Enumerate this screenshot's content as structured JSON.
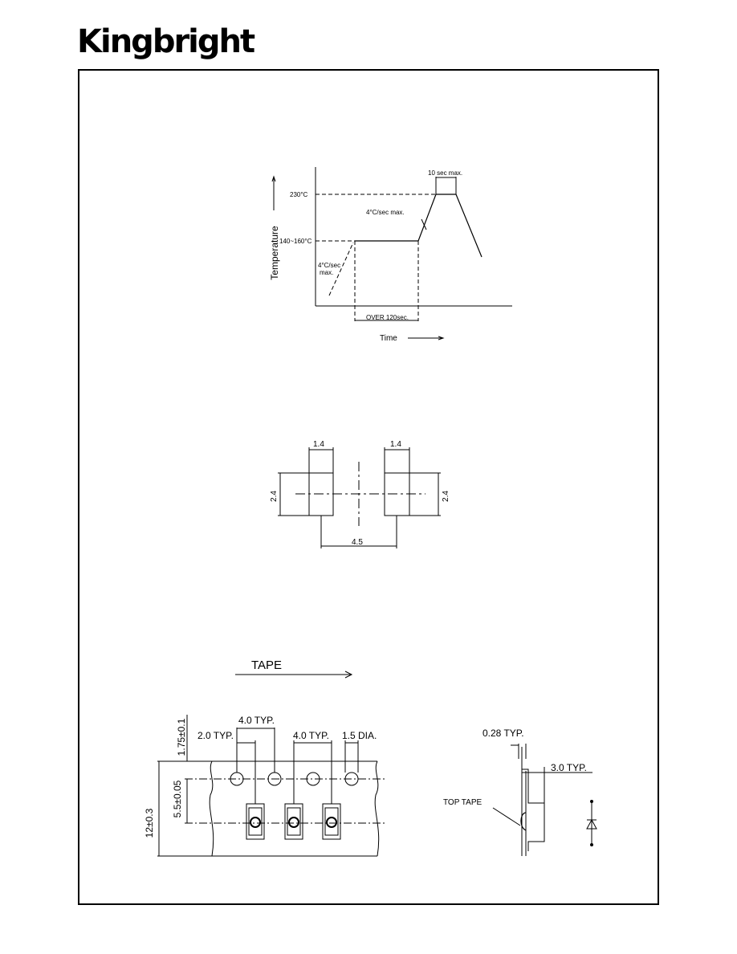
{
  "brand": {
    "logo_text": "Kingbright"
  },
  "reflow_profile": {
    "y_axis_label": "Temperature",
    "x_axis_label": "Time",
    "peak_temp": "230°C",
    "preheat_temp": "140~160°C",
    "ramp_rate_upper": "4°C/sec max.",
    "ramp_rate_lower_1": "4°C/sec",
    "ramp_rate_lower_2": "max.",
    "peak_time": "10 sec max.",
    "preheat_time": "OVER 120sec."
  },
  "pad_layout": {
    "pad_width_left": "1.4",
    "pad_width_right": "1.4",
    "pad_height_left": "2.4",
    "pad_height_right": "2.4",
    "pad_spacing": "4.5"
  },
  "tape": {
    "direction_label": "TAPE",
    "pitch_4_typ_top": "4.0 TYP.",
    "pitch_2_typ": "2.0 TYP.",
    "pitch_4_typ": "4.0 TYP.",
    "hole_dia": "1.5 DIA.",
    "edge_dim": "1.75±0.1",
    "center_dim": "5.5±0.05",
    "width_dim": "12±0.3",
    "thickness": "0.28 TYP.",
    "depth": "3.0 TYP.",
    "top_tape_label": "TOP TAPE"
  }
}
